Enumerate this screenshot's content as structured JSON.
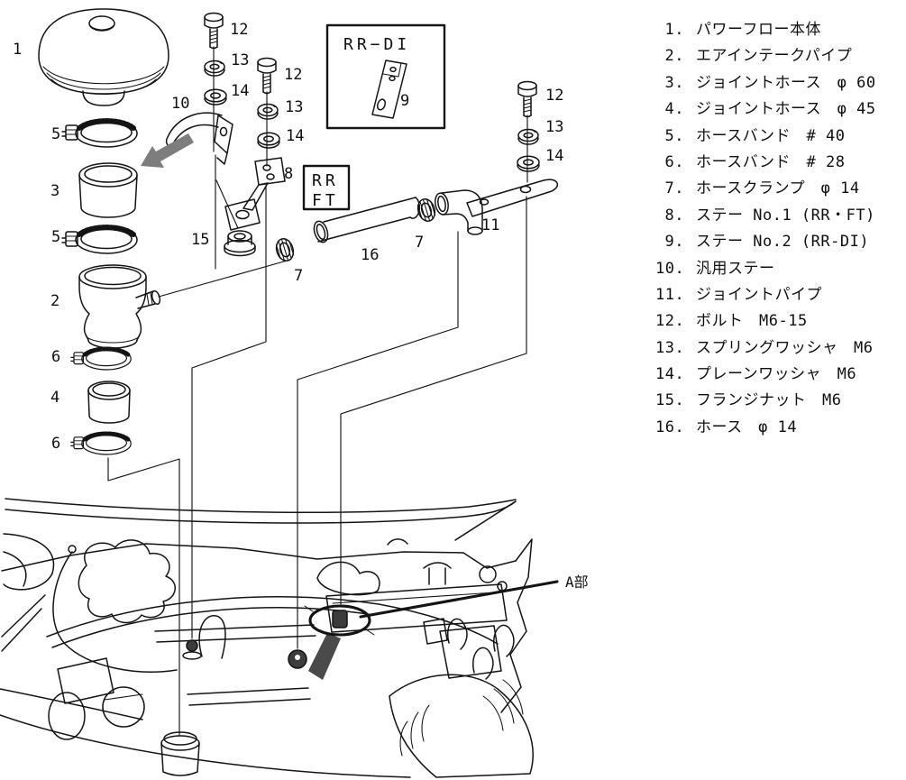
{
  "parts_list": {
    "items": [
      {
        "num": "1.",
        "label": "パワーフロー本体"
      },
      {
        "num": "2.",
        "label": "エアインテークパイプ"
      },
      {
        "num": "3.",
        "label": "ジョイントホース　φ 60"
      },
      {
        "num": "4.",
        "label": "ジョイントホース　φ 45"
      },
      {
        "num": "5.",
        "label": "ホースバンド　# 40"
      },
      {
        "num": "6.",
        "label": "ホースバンド　# 28"
      },
      {
        "num": "7.",
        "label": "ホースクランプ　φ 14"
      },
      {
        "num": "8.",
        "label": "ステー No.1 (RR・FT)"
      },
      {
        "num": "9.",
        "label": "ステー No.2 (RR-DI)"
      },
      {
        "num": "10.",
        "label": "汎用ステー"
      },
      {
        "num": "11.",
        "label": "ジョイントパイプ"
      },
      {
        "num": "12.",
        "label": "ボルト　M6-15"
      },
      {
        "num": "13.",
        "label": "スプリングワッシャ　M6"
      },
      {
        "num": "14.",
        "label": "プレーンワッシャ　M6"
      },
      {
        "num": "15.",
        "label": "フランジナット　M6"
      },
      {
        "num": "16.",
        "label": "ホース　φ 14"
      }
    ]
  },
  "diagram": {
    "callouts": {
      "n1": "1",
      "n2": "2",
      "n3": "3",
      "n4": "4",
      "n5a": "5",
      "n5b": "5",
      "n6a": "6",
      "n6b": "6",
      "n7a": "7",
      "n7b": "7",
      "n8": "8",
      "n9": "9",
      "n10": "10",
      "n11": "11",
      "n12a": "12",
      "n12b": "12",
      "n12c": "12",
      "n13a": "13",
      "n13b": "13",
      "n13c": "13",
      "n14a": "14",
      "n14b": "14",
      "n14c": "14",
      "n15": "15",
      "n16": "16"
    },
    "boxes": {
      "rr_di": "RR−DI",
      "rr": "RR",
      "ft": "FT"
    },
    "a_section_label": "A部",
    "colors": {
      "line": "#141414",
      "arrow_gray": "#7d7d7d",
      "highlight_dark": "#3c3c3c"
    }
  }
}
